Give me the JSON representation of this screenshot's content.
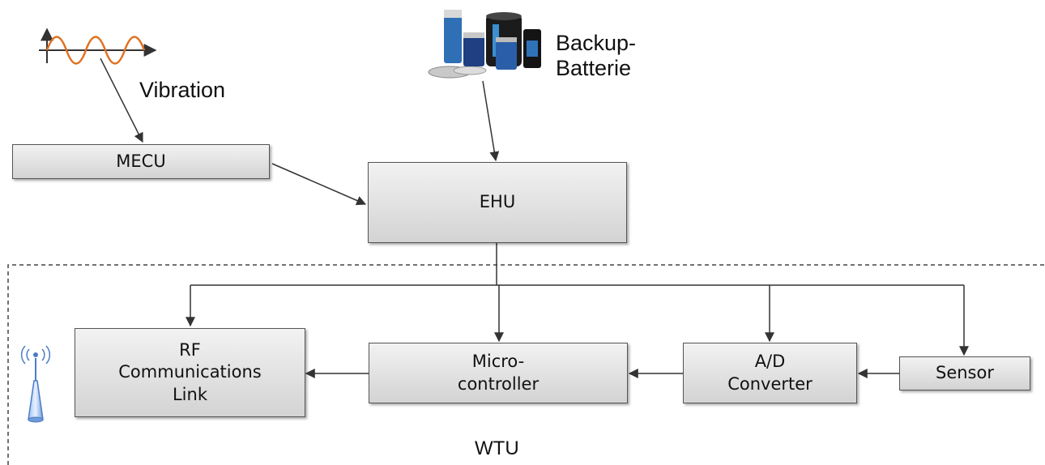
{
  "labels": {
    "vibration": "Vibration",
    "backup_battery": "Backup-\nBatterie",
    "wtu": "WTU"
  },
  "blocks": {
    "mecu": "MECU",
    "ehu": "EHU",
    "rf_link": "RF\nCommunications\nLink",
    "microcontroller": "Micro-\ncontroller",
    "ad_converter": "A/D\nConverter",
    "sensor": "Sensor"
  },
  "icons": {
    "signal": "sine-wave-icon",
    "battery": "batteries-icon",
    "antenna": "antenna-icon"
  },
  "colors": {
    "wave": "#e07020",
    "antenna": "#4a7cc7"
  }
}
